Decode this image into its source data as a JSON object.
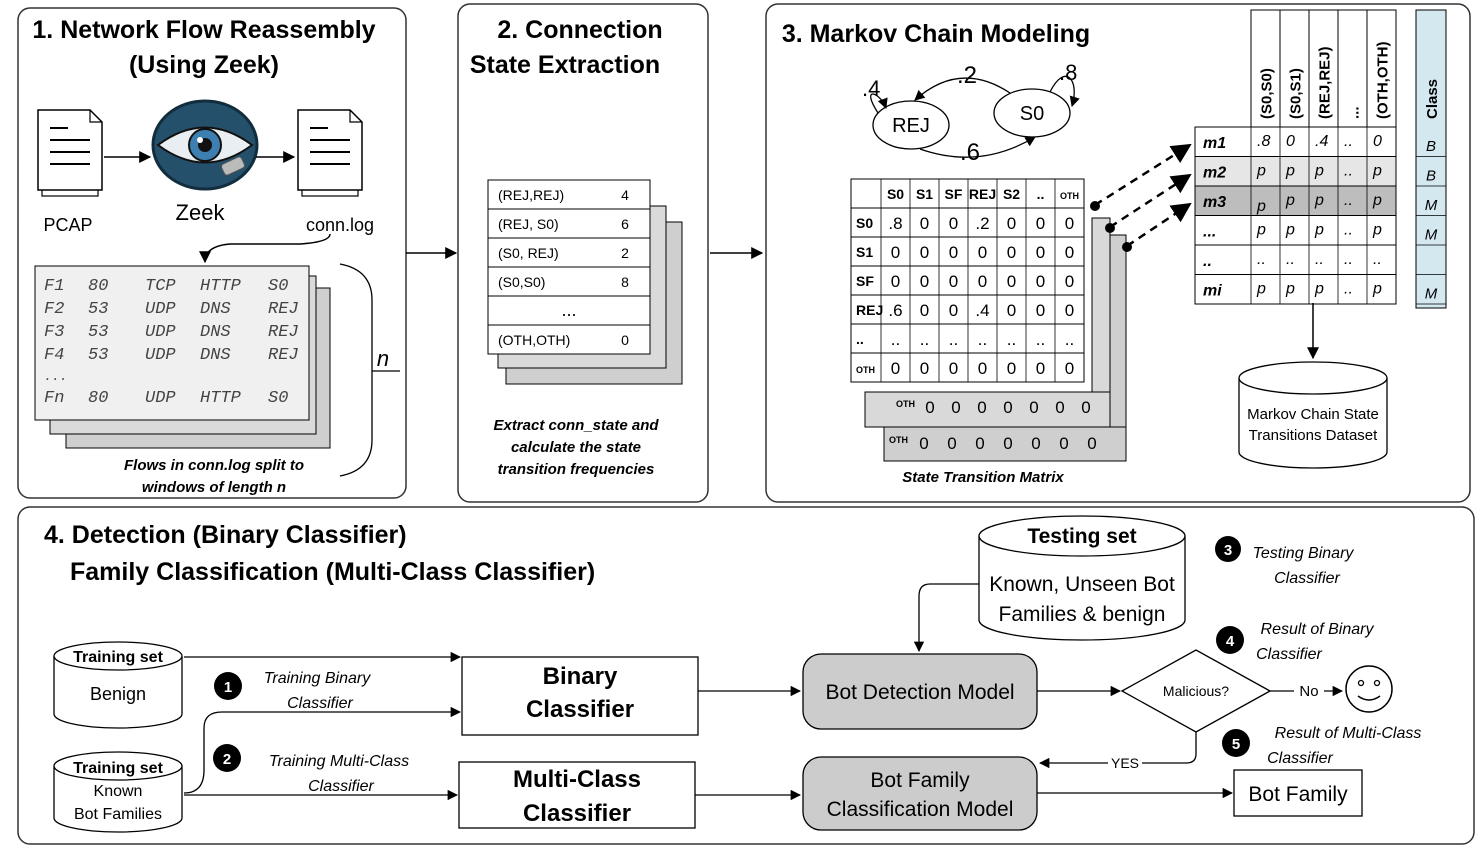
{
  "panel1": {
    "title_line1": "1. Network Flow Reassembly",
    "title_line2": "(Using Zeek)",
    "pcap_label": "PCAP",
    "zeek_label": "Zeek",
    "connlog_label": "conn.log",
    "flows": [
      [
        "F1",
        "80",
        "TCP",
        "HTTP",
        "S0"
      ],
      [
        "F2",
        "53",
        "UDP",
        "DNS",
        "REJ"
      ],
      [
        "F3",
        "53",
        "UDP",
        "DNS",
        "REJ"
      ],
      [
        "F4",
        "53",
        "UDP",
        "DNS",
        "REJ"
      ]
    ],
    "ellipsis": "...",
    "last_flow": [
      "Fn",
      "80",
      "UDP",
      "HTTP",
      "S0"
    ],
    "n_label": "n",
    "caption_line1": "Flows in conn.log split to",
    "caption_line2": "windows of length n"
  },
  "panel2": {
    "title_line1": "2. Connection",
    "title_line2": "State Extraction",
    "rows": [
      {
        "pair": "(REJ,REJ)",
        "count": "4"
      },
      {
        "pair": "(REJ, S0)",
        "count": "6"
      },
      {
        "pair": "(S0, REJ)",
        "count": "2"
      },
      {
        "pair": "(S0,S0)",
        "count": "8"
      },
      {
        "pair": "...",
        "count": ""
      },
      {
        "pair": "(OTH,OTH)",
        "count": "0"
      }
    ],
    "caption_line1": "Extract conn_state and",
    "caption_line2": "calculate the state",
    "caption_line3": "transition frequencies"
  },
  "panel3": {
    "title": "3. Markov Chain Modeling",
    "node_rej": "REJ",
    "node_s0": "S0",
    "p_rej_self": ".4",
    "p_rej_s0": ".6",
    "p_s0_rej": ".2",
    "p_s0_self": ".8",
    "matrix_cols": [
      "S0",
      "S1",
      "SF",
      "REJ",
      "S2",
      "..",
      "OTH"
    ],
    "matrix_rows": [
      {
        "label": "S0",
        "cells": [
          ".8",
          "0",
          "0",
          ".2",
          "0",
          "0",
          "0"
        ]
      },
      {
        "label": "S1",
        "cells": [
          "0",
          "0",
          "0",
          "0",
          "0",
          "0",
          "0"
        ]
      },
      {
        "label": "SF",
        "cells": [
          "0",
          "0",
          "0",
          "0",
          "0",
          "0",
          "0"
        ]
      },
      {
        "label": "REJ",
        "cells": [
          ".6",
          "0",
          "0",
          ".4",
          "0",
          "0",
          "0"
        ]
      },
      {
        "label": "..",
        "cells": [
          "..",
          "..",
          "..",
          "..",
          "..",
          "..",
          ".."
        ]
      },
      {
        "label": "OTH",
        "cells": [
          "0",
          "0",
          "0",
          "0",
          "0",
          "0",
          "0"
        ]
      }
    ],
    "back_row_label": "OTH",
    "back_row_cells": [
      "0",
      "0",
      "0",
      "0",
      "0",
      "0",
      "0"
    ],
    "matrix_caption": "State Transition Matrix",
    "feature_cols": [
      "(S0,S0)",
      "(S0,S1)",
      "(REJ,REJ)",
      "...",
      "(OTH,OTH)"
    ],
    "class_header": "Class",
    "feature_rows": [
      {
        "label": "m1",
        "cells": [
          ".8",
          "0",
          ".4",
          "..",
          "0"
        ],
        "cls": "B"
      },
      {
        "label": "m2",
        "cells": [
          "p",
          "p",
          "p",
          "..",
          "p"
        ],
        "cls": "B"
      },
      {
        "label": "m3",
        "cells": [
          "p",
          "p",
          "p",
          "..",
          "p"
        ],
        "cls": "M"
      },
      {
        "label": "...",
        "cells": [
          "p",
          "p",
          "p",
          "..",
          "p"
        ],
        "cls": "M"
      },
      {
        "label": "..",
        "cells": [
          "..",
          "..",
          "..",
          "..",
          ".."
        ],
        "cls": ""
      },
      {
        "label": "mi",
        "cells": [
          "p",
          "p",
          "p",
          "..",
          "p"
        ],
        "cls": "M"
      }
    ],
    "dataset_line1": "Markov Chain State",
    "dataset_line2": "Transitions Dataset"
  },
  "panel4": {
    "title_line1": "4. Detection (Binary Classifier)",
    "title_line2": "Family Classification (Multi-Class Classifier)",
    "training_set_label": "Training set",
    "benign_label": "Benign",
    "known_label1": "Known",
    "known_label2": "Bot Families",
    "testing_set_title": "Testing set",
    "testing_line1": "Known, Unseen Bot",
    "testing_line2": "Families & benign",
    "binary_line1": "Binary",
    "binary_line2": "Classifier",
    "multi_line1": "Multi-Class",
    "multi_line2": "Classifier",
    "bot_detection_model": "Bot Detection Model",
    "family_model_line1": "Bot Family",
    "family_model_line2": "Classification Model",
    "decision": "Malicious?",
    "no_label": "No",
    "yes_label": "YES",
    "bot_family": "Bot Family",
    "steps": [
      {
        "num": "1",
        "line1": "Training Binary",
        "line2": "Classifier"
      },
      {
        "num": "2",
        "line1": "Training Multi-Class",
        "line2": "Classifier"
      },
      {
        "num": "3",
        "line1": "Testing Binary",
        "line2": "Classifier"
      },
      {
        "num": "4",
        "line1": "Result of Binary",
        "line2": "Classifier"
      },
      {
        "num": "5",
        "line1": "Result of Multi-Class",
        "line2": "Classifier"
      }
    ]
  },
  "colors": {
    "border": "#333333",
    "stack_gray": "#cfcfcf",
    "light_gray": "#f0f0f0",
    "model_gray": "#cccccc",
    "class_blue": "#d4e8f0",
    "row_highlight": "#bdbdbd"
  }
}
